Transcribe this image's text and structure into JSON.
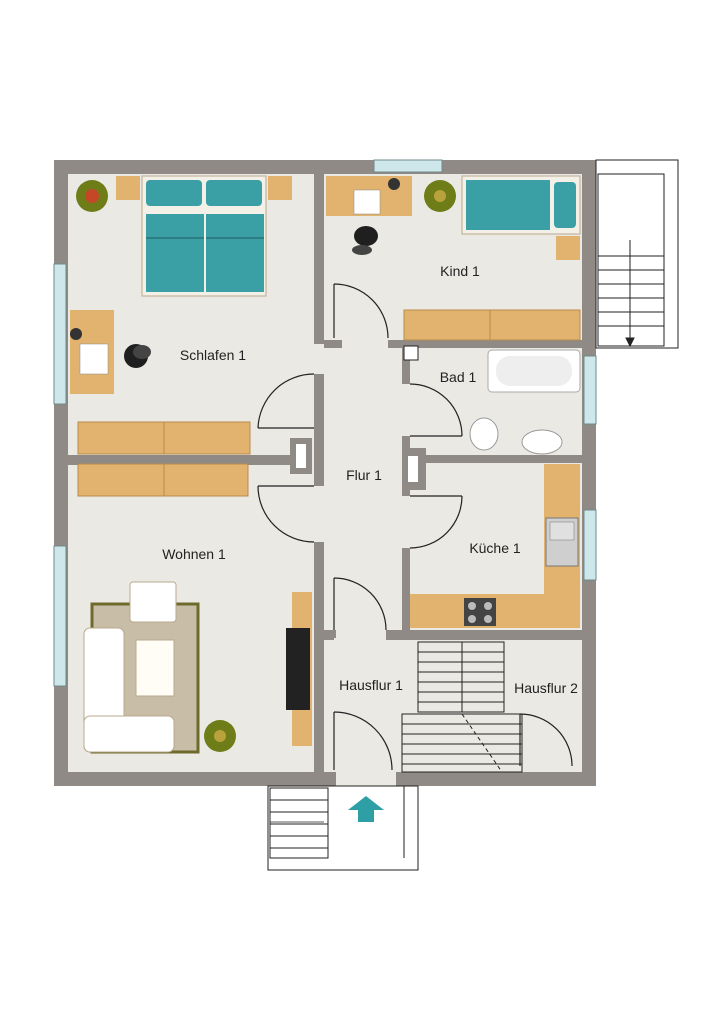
{
  "rooms": {
    "schlafen": "Schlafen 1",
    "kind": "Kind 1",
    "bad": "Bad 1",
    "flur": "Flur 1",
    "wohnen": "Wohnen 1",
    "kueche": "Küche 1",
    "hausflur1": "Hausflur 1",
    "hausflur2": "Hausflur 2"
  },
  "colors": {
    "wall": "#8f8a85",
    "floor": "#ebe9e4",
    "furniture_wood": "#e2b36e",
    "bedding": "#3aa0a5",
    "window": "#cde7ea",
    "rug_border": "#6d6a2c",
    "rug_fill": "#c8bda6",
    "entrance_arrow": "#2f9fa6",
    "plant": "#6f7d19"
  },
  "icons": [
    "plant-icon",
    "chair-icon",
    "bed-icon",
    "bathtub-icon",
    "toilet-icon",
    "sink-icon",
    "stove-icon",
    "sofa-icon",
    "tv-icon",
    "stairs-icon",
    "entrance-arrow-icon"
  ]
}
